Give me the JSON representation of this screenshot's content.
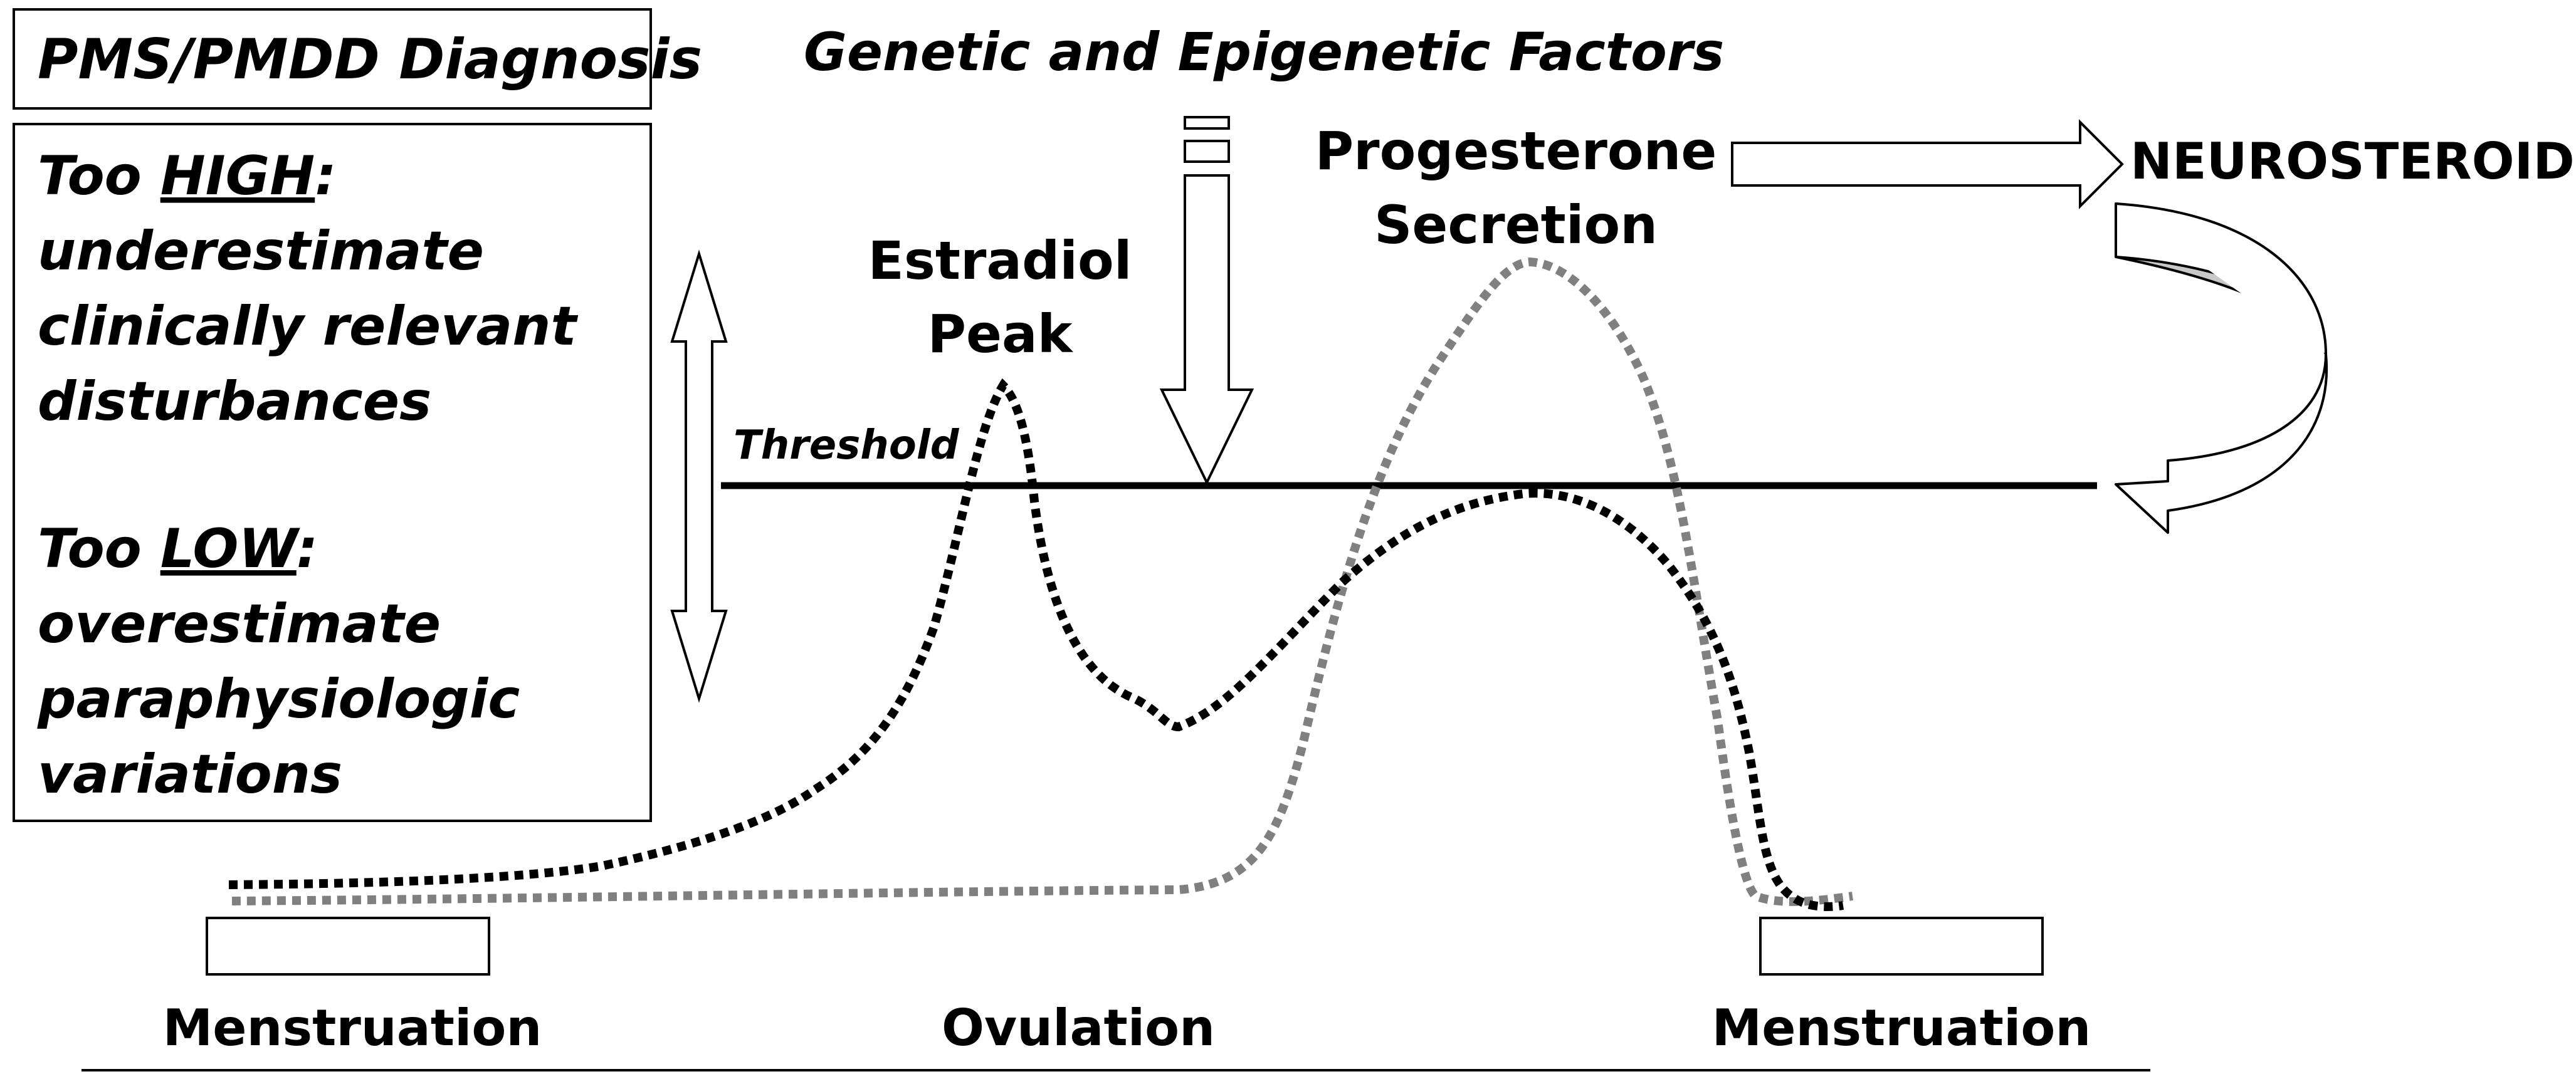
{
  "diagnosis_box": {
    "title": "PMS/PMDD Diagnosis"
  },
  "explanation_box": {
    "high_prefix": "Too ",
    "high_word": "HIGH",
    "high_suffix": ":",
    "high_lines": [
      "underestimate",
      "clinically relevant",
      "disturbances"
    ],
    "low_prefix": "Too ",
    "low_word": "LOW",
    "low_suffix": ":",
    "low_lines": [
      "overestimate",
      "paraphysiologic",
      "variations"
    ]
  },
  "labels": {
    "genetic": "Genetic and Epigenetic Factors",
    "estradiol_line1": "Estradiol",
    "estradiol_line2": "Peak",
    "progesterone_line1": "Progesterone",
    "progesterone_line2": "Secretion",
    "neurosteroids": "NEUROSTEROIDS",
    "threshold": "Threshold"
  },
  "timeline": {
    "phases": [
      "Menstruation",
      "Ovulation",
      "Menstruation"
    ]
  },
  "colors": {
    "estradiol_curve": "#000000",
    "progesterone_curve": "#808080",
    "curved_arrow_fill": "#c8c8c8"
  }
}
